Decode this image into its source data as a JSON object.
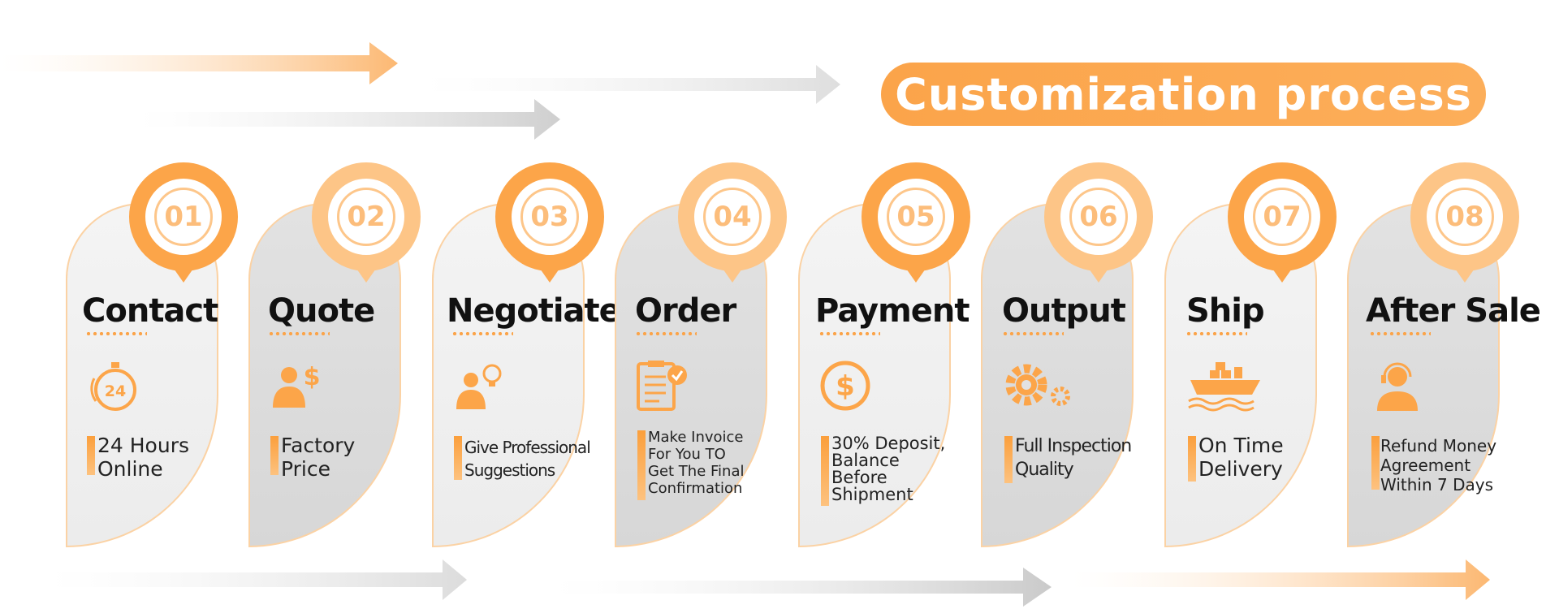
{
  "title": "Customization process",
  "steps": [
    {
      "number": "01",
      "title": "Contact",
      "desc": "24 Hours\nOnline",
      "icon": "stopwatch-24x7-icon"
    },
    {
      "number": "02",
      "title": "Quote",
      "desc": "Factory\nPrice",
      "icon": "person-dollar-icon"
    },
    {
      "number": "03",
      "title": "Negotiate",
      "desc": "Give Professional\nSuggestions",
      "icon": "person-lightbulb-icon"
    },
    {
      "number": "04",
      "title": "Order",
      "desc": "Make Invoice\nFor You TO\nGet The Final\nConfirmation",
      "icon": "clipboard-check-icon"
    },
    {
      "number": "05",
      "title": "Payment",
      "desc": "30% Deposit,\nBalance\nBefore\nShipment",
      "icon": "dollar-coin-icon"
    },
    {
      "number": "06",
      "title": "Output",
      "desc": "Full Inspection\nQuality",
      "icon": "gears-icon"
    },
    {
      "number": "07",
      "title": "Ship",
      "desc": "On Time\nDelivery",
      "icon": "cargo-ship-icon"
    },
    {
      "number": "08",
      "title": "After Sale",
      "desc": "Refund Money\nAgreement\nWithin 7 Days",
      "icon": "headset-agent-icon"
    }
  ],
  "colors": {
    "accent": "#fca549",
    "accent_soft": "#fdc587",
    "card_light": "#f0f0f0",
    "card_dark": "#dcdcdc"
  }
}
